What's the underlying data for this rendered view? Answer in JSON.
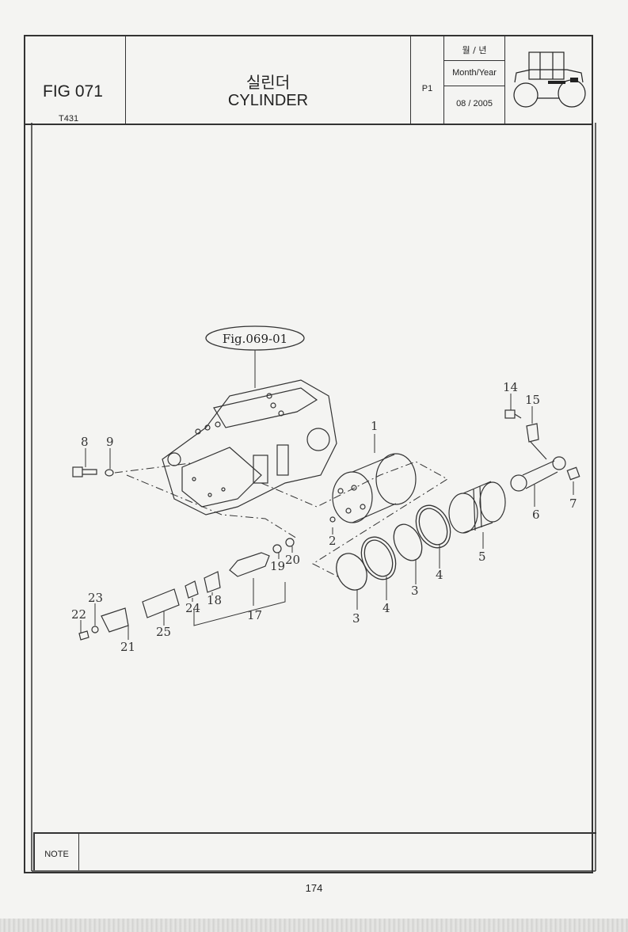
{
  "header": {
    "fig_label": "FIG 071",
    "model": "T431",
    "title_kr": "실린더",
    "title_en": "CYLINDER",
    "page_code": "P1",
    "date_label_kr": "월 / 년",
    "date_label_en": "Month/Year",
    "date_value": "08 / 2005"
  },
  "diagram": {
    "reference": "Fig.069-01",
    "callouts": [
      "1",
      "2",
      "3",
      "3",
      "4",
      "4",
      "5",
      "6",
      "7",
      "8",
      "9",
      "14",
      "15",
      "17",
      "18",
      "19",
      "20",
      "21",
      "22",
      "23",
      "24",
      "25"
    ]
  },
  "note": {
    "label": "NOTE"
  },
  "footer": {
    "page_number": "174"
  }
}
